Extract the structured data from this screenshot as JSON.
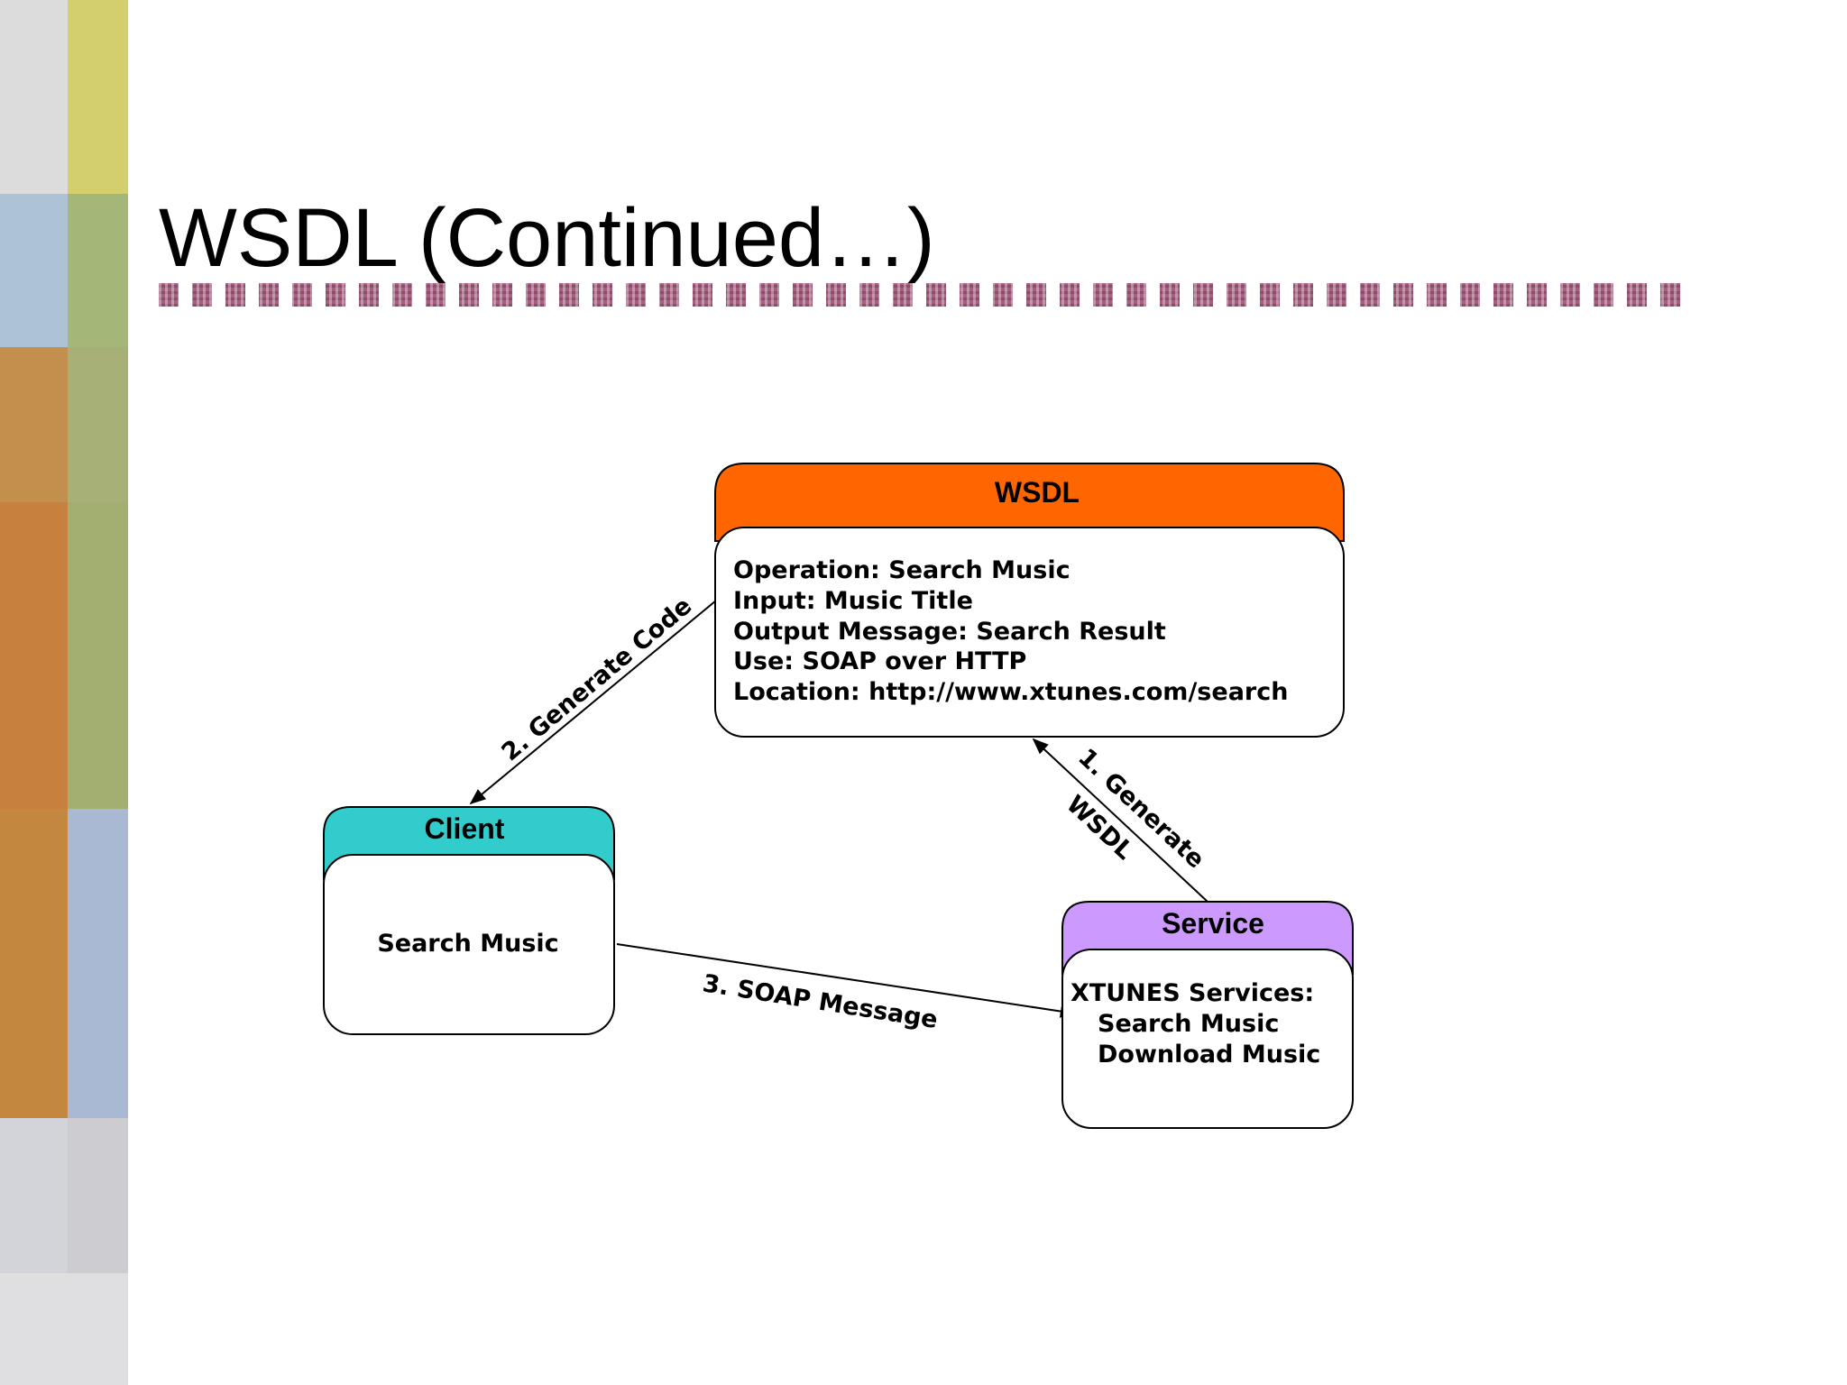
{
  "slide": {
    "title": "WSDL (Continued…)"
  },
  "colors": {
    "wsdl_header": "#ff6600",
    "client_header": "#33cccc",
    "service_header": "#cc99ff",
    "title_rule": "#a86080",
    "strip_top_1": "#d8d8d8",
    "strip_top_2": "#d0cf6a",
    "strip_orange": "#c9843f",
    "strip_green": "#a3b46e",
    "strip_blue": "#a9bcd5",
    "strip_gray": "#d0d0d6"
  },
  "diagram": {
    "wsdl": {
      "title": "WSDL",
      "lines": [
        "Operation: Search Music",
        "Input: Music Title",
        "Output Message: Search Result",
        "Use: SOAP over HTTP",
        "Location: http://www.xtunes.com/search"
      ]
    },
    "client": {
      "title": "Client",
      "lines": [
        "Search Music"
      ]
    },
    "service": {
      "title": "Service",
      "lines": [
        "XTUNES Services:",
        "Search Music",
        "Download Music"
      ]
    },
    "edges": {
      "generate_code": "2. Generate Code",
      "generate_wsdl_1": "1. Generate",
      "generate_wsdl_2": "WSDL",
      "soap_message": "3. SOAP Message"
    }
  }
}
